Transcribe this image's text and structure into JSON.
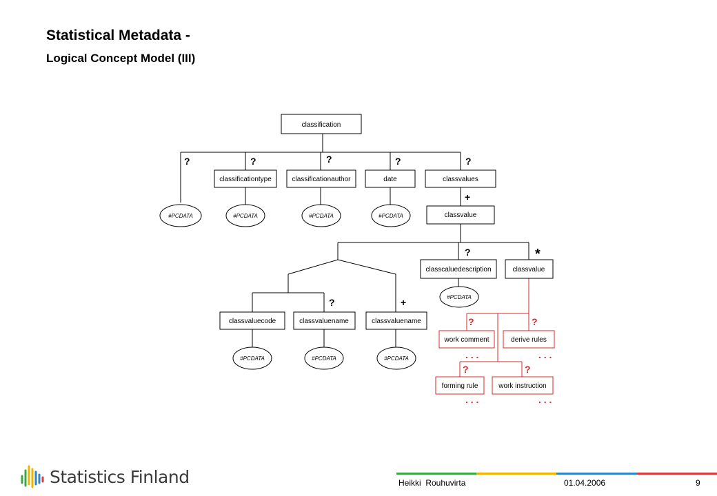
{
  "slide": {
    "title": "Statistical Metadata -",
    "subtitle": "Logical Concept Model (III)"
  },
  "colors": {
    "black": "#000000",
    "red": "#d42a2a",
    "footer_green": "#3aa845",
    "footer_yellow": "#f0b400",
    "footer_blue": "#2e86c8",
    "footer_red": "#d93c3c"
  },
  "diagram": {
    "boxes": {
      "classification": "classification",
      "classificationtype": "classificationtype",
      "classificationauthor": "classificationauthor",
      "date": "date",
      "classvalues": "classvalues",
      "classvalue_main": "classvalue",
      "classcaluedescription": "classcaluedescription",
      "classvalue_child": "classvalue",
      "classvaluecode": "classvaluecode",
      "classvaluename_1": "classvaluename",
      "classvaluename_2": "classvaluename",
      "work_comment": "work comment",
      "derive_rules": "derive rules",
      "forming_rule": "forming rule",
      "work_instruction": "work instruction"
    },
    "pcdata_label": "#PCDATA",
    "marks": {
      "optional": "?",
      "one_or_more": "+",
      "zero_or_more": "*",
      "ellipsis": ". . ."
    }
  },
  "footer": {
    "logo_text": "Statistics Finland",
    "author": "Heikki  Rouhuvirta",
    "date": "01.04.2006",
    "page": "9"
  }
}
